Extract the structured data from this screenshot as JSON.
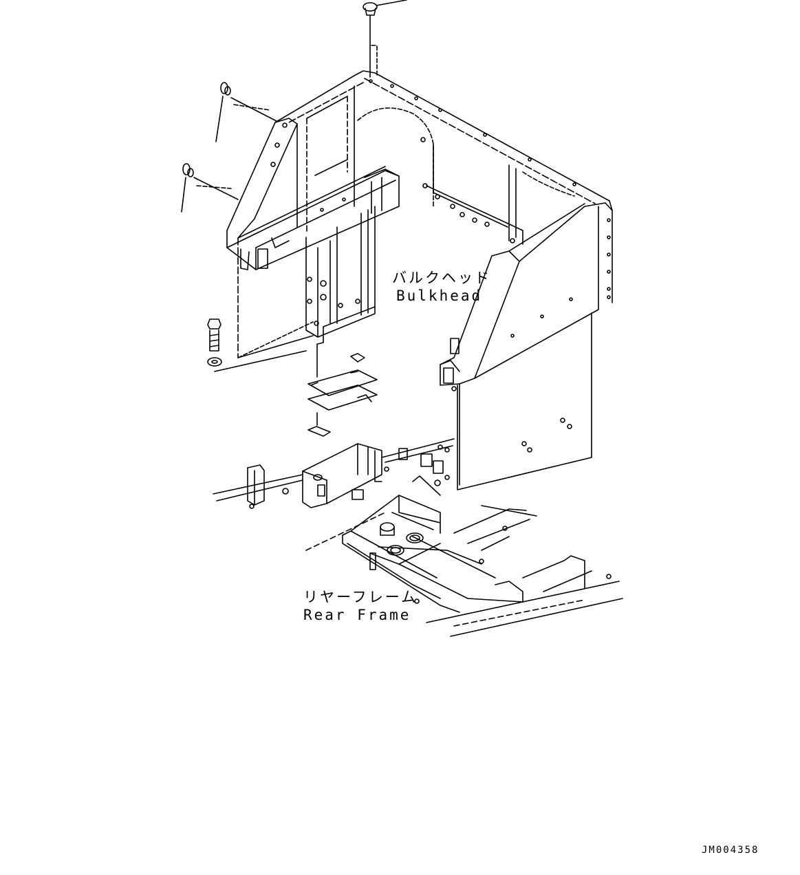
{
  "labels": {
    "bulkhead_jp": "バルクヘッド",
    "bulkhead_en": "Bulkhead",
    "rear_frame_jp": "リヤーフレーム",
    "rear_frame_en": "Rear Frame"
  },
  "drawing_ref": "JM004358",
  "colors": {
    "line": "#000000",
    "background": "#ffffff"
  }
}
